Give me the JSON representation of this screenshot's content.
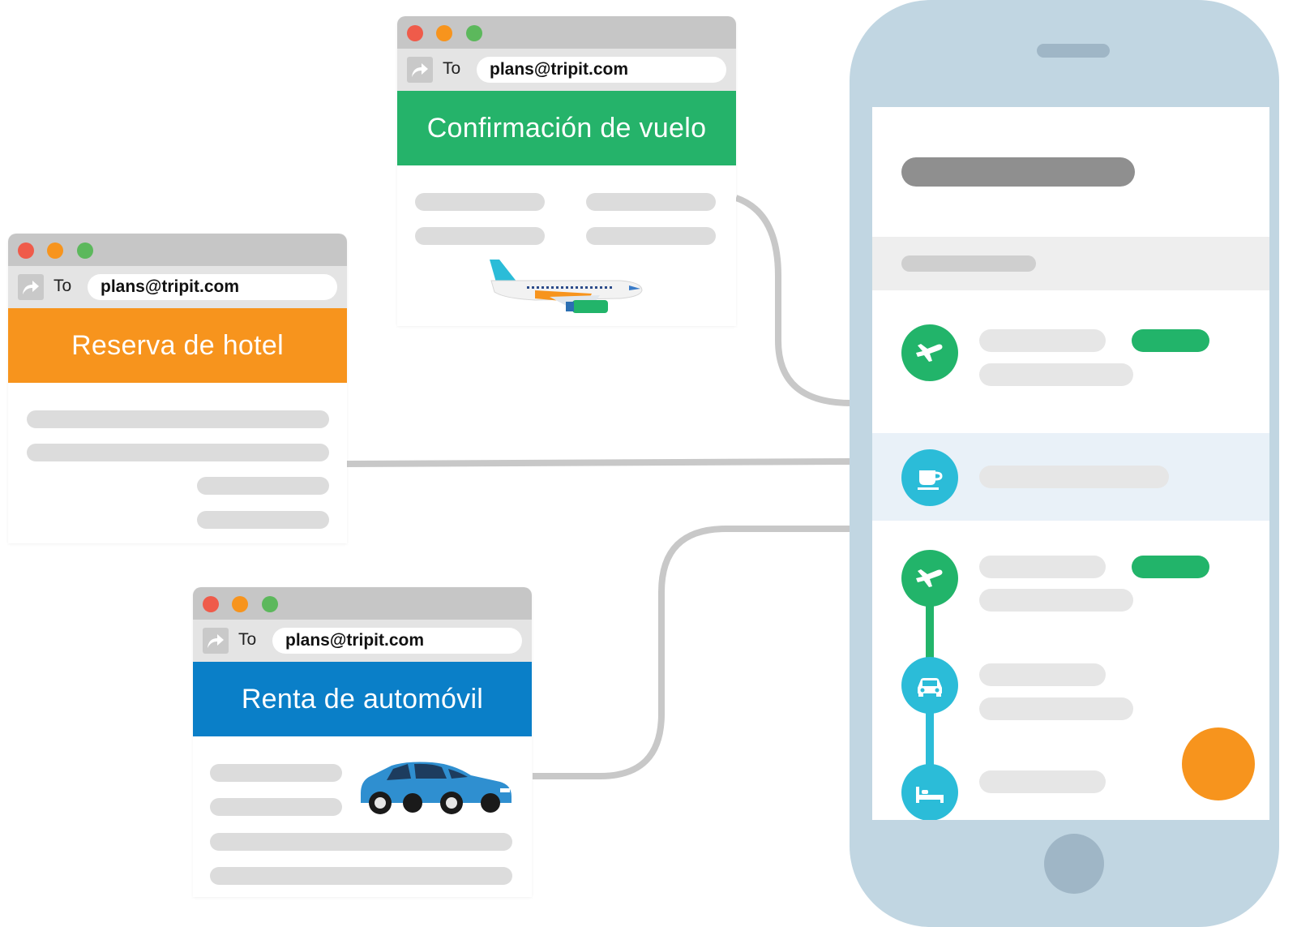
{
  "emails": {
    "flight": {
      "to_label": "To",
      "address": "plans@tripit.com",
      "title": "Confirmación de vuelo",
      "color": "#25b36a"
    },
    "hotel": {
      "to_label": "To",
      "address": "plans@tripit.com",
      "title": "Reserva de hotel",
      "color": "#f7941d"
    },
    "car": {
      "to_label": "To",
      "address": "plans@tripit.com",
      "title": "Renta de automóvil",
      "color": "#0a7fc8"
    }
  },
  "colors": {
    "phone_body": "#c1d6e2",
    "green": "#22b46a",
    "teal": "#2bbcd8",
    "orange": "#f7941d",
    "connector": "#c8c8c8"
  },
  "phone_items": [
    {
      "icon": "plane-icon",
      "color": "#22b46a",
      "has_tag": true
    },
    {
      "icon": "coffee-cup-icon",
      "color": "#2bbcd8",
      "has_tag": false
    },
    {
      "icon": "plane-icon",
      "color": "#22b46a",
      "has_tag": true
    },
    {
      "icon": "car-icon",
      "color": "#2bbcd8",
      "has_tag": false
    },
    {
      "icon": "bed-icon",
      "color": "#2bbcd8",
      "has_tag": false
    }
  ]
}
